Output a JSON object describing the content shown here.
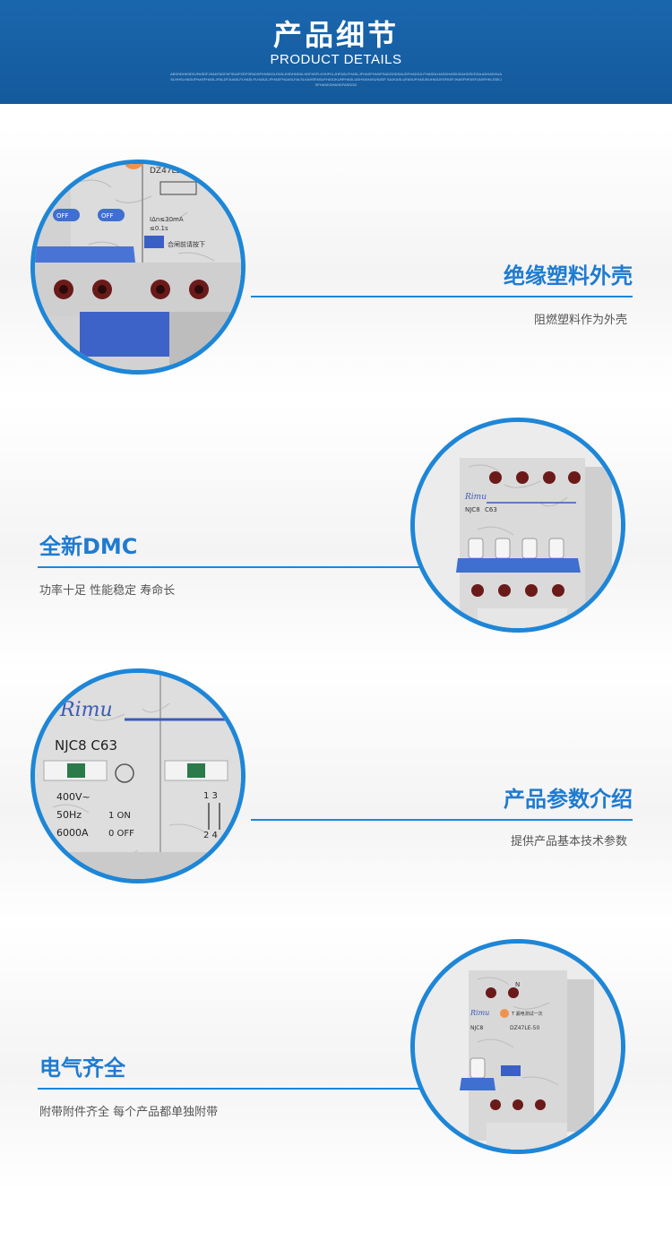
{
  "header": {
    "title": "产品细节",
    "subtitle": "PRODUCT DETAILS",
    "fine_print": "ABSHDHKSDSJFASDFJSAKFADFAFSDAFSDFSPADSFKNSKDLFASLKSDHNDKLHDFASFLKSHFKLJHFASLFHASLJFHASFHUHFSADSHDSAUDFHADSJLFHASDLHASDHASDJKAHDSKDSA ADHASHUASLHHSLHASUFHASFHASLJFALDFJUASLFLHASLFLHASJLJFHASFHUASLFALSLKAHSFASUFHASJKUHFHASLUDHSAHASUNJDF SAJKASLUFASUFHASJKUHASJESFASFJHASFHFASFJASFHKLSSKJSFHASKDHASDFASDGD",
    "colors": {
      "band": "#145a9c",
      "accent": "#1e86d7"
    }
  },
  "sections": [
    {
      "title": "绝缘塑料外壳",
      "desc": "阻燃塑料作为外壳",
      "align": "right",
      "image": "breaker-closeup-dz47le-icon"
    },
    {
      "title": "全新DMC",
      "desc": "功率十足 性能稳定 寿命长",
      "align": "left",
      "image": "breaker-4p-njc8-icon"
    },
    {
      "title": "产品参数介绍",
      "desc": "提供产品基本技术参数",
      "align": "right",
      "image": "breaker-label-closeup-icon"
    },
    {
      "title": "电气齐全",
      "desc": "附带附件齐全 每个产品都单独附带",
      "align": "left",
      "image": "breaker-rcbo-full-icon"
    }
  ],
  "labels": {
    "model_a": "DZ47LE-50",
    "brand": "Rimu",
    "model_b": "NJC8",
    "rating_b": "C63",
    "model_c": "NJC8 C63",
    "voltage": "400V~",
    "freq": "50Hz",
    "capacity": "6000A",
    "on": "1 ON",
    "off": "0 OFF",
    "test": "T",
    "i_delta": "IΔn≤30mA",
    "time": "≤0.1s",
    "off_btn": "OFF",
    "terminals_top": "1 3",
    "terminals_bottom": "2 4",
    "n_mark": "N",
    "caution": "合闸前请按下",
    "small_text": "T 漏电测试一次"
  }
}
